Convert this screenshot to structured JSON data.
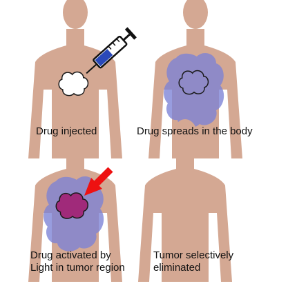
{
  "steps": [
    {
      "caption_lines": [
        "Drug injected"
      ]
    },
    {
      "caption_lines": [
        "Drug spreads in the body"
      ]
    },
    {
      "caption_lines": [
        "Drug activated by",
        "Light in tumor region"
      ]
    },
    {
      "caption_lines": [
        "Tumor selectively",
        "eliminated"
      ]
    }
  ],
  "colors": {
    "skin": "#d4a893",
    "tumor_outline": "#1a1a1a",
    "tumor_injected_fill": "#ffffff",
    "drug_spread": "#7b82d6",
    "tumor_activated": "#a02a7a",
    "light_arrow": "#ee1111",
    "syringe_body": "#ffffff",
    "syringe_liquid": "#2b49b8",
    "syringe_outline": "#111111"
  }
}
